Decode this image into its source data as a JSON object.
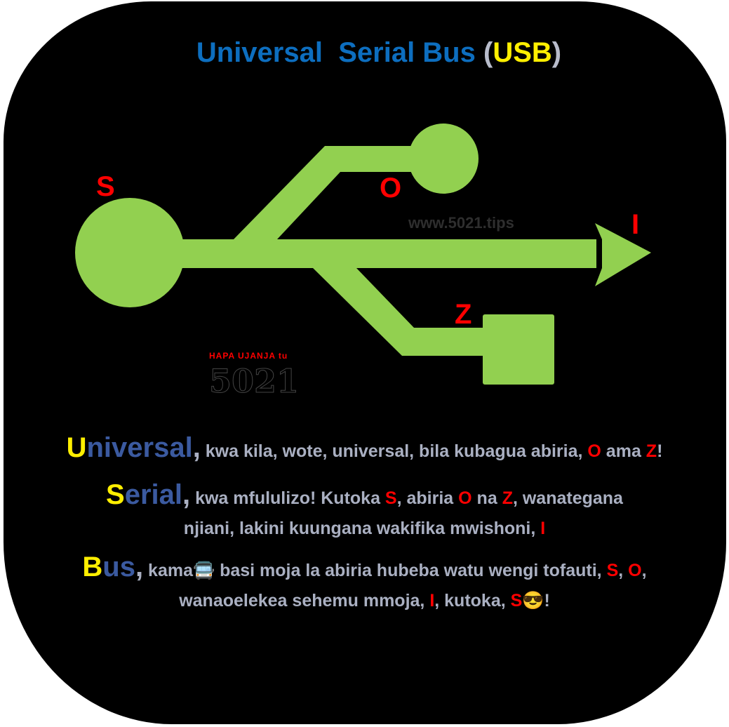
{
  "title": {
    "w1": "Universal",
    "w2": "Serial Bus",
    "open": "(",
    "usb": "USB",
    "close": ")"
  },
  "labels": {
    "s": "S",
    "o": "O",
    "i": "I",
    "z": "Z"
  },
  "watermark": "www.5021.tips",
  "logo": {
    "tagline": "HAPA UJANJA tu",
    "number": "5021"
  },
  "lines": {
    "u": {
      "first": "U",
      "rest": "niversal",
      "comma": ",",
      "t1": " kwa kila, wote, universal, bila kubagua abiria, ",
      "o": "O",
      "t2": " ama ",
      "z": "Z",
      "end": "!"
    },
    "s": {
      "first": "S",
      "rest": "erial",
      "comma": ",",
      "t1": " kwa mfululizo! Kutoka ",
      "s": "S",
      "t2": ", abiria ",
      "o": "O",
      "t3": " na ",
      "z": "Z",
      "t4": ", wanategana",
      "l2": "njiani, lakini kuungana wakifika mwishoni, ",
      "i": "I"
    },
    "b": {
      "first": "B",
      "rest": "us",
      "comma": ",",
      "t1": " kama",
      "bus": "🚍",
      "t2": " basi moja la abiria hubeba watu wengi tofauti, ",
      "s": "S",
      "c1": ", ",
      "o": "O",
      "c2": ",",
      "l2": "wanaoelekea sehemu mmoja, ",
      "i": "I",
      "t3": ", kutoka, ",
      "s2": "S",
      "emoji": "😎",
      "end": "!"
    }
  },
  "colors": {
    "green": "#92d050",
    "red": "#ff0000",
    "yellow": "#ffef00",
    "blue": "#0d6ebf"
  }
}
